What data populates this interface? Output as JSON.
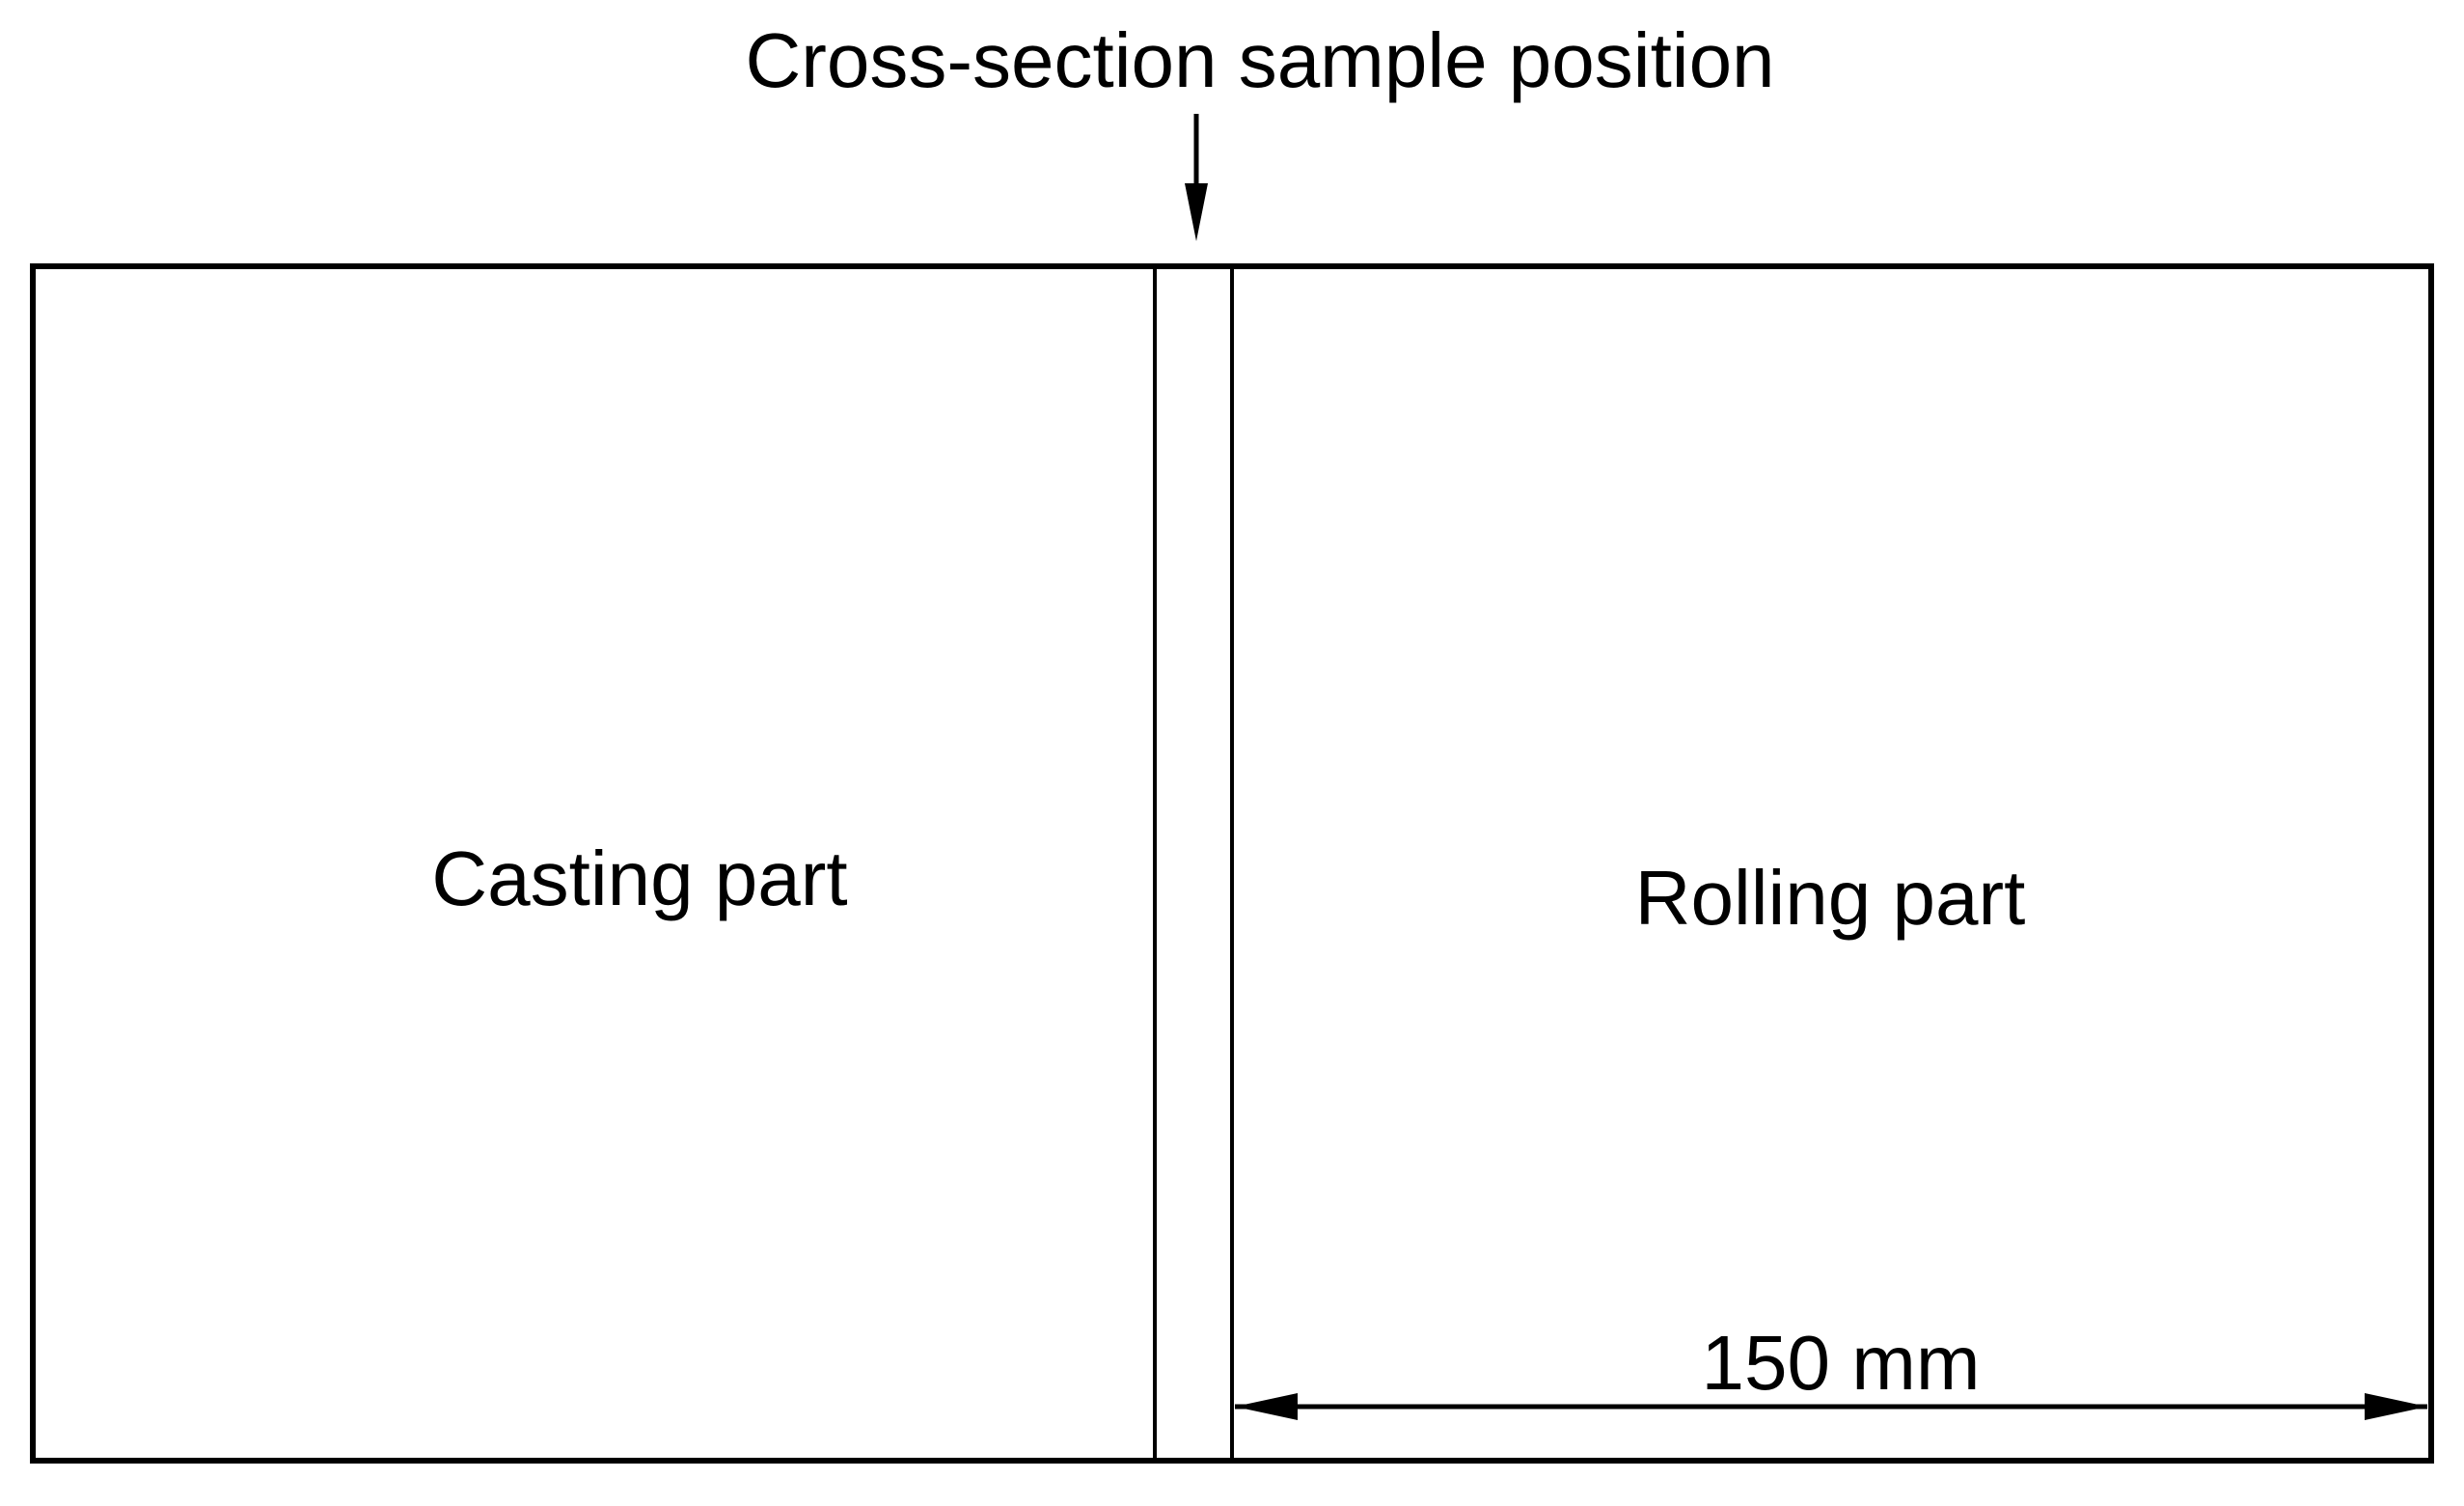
{
  "labels": {
    "sample_position": "Cross-section sample position",
    "casting": "Casting part",
    "rolling": "Rolling part",
    "dimension": "150 mm"
  },
  "colors": {
    "stroke": "#000000",
    "background": "#ffffff"
  }
}
